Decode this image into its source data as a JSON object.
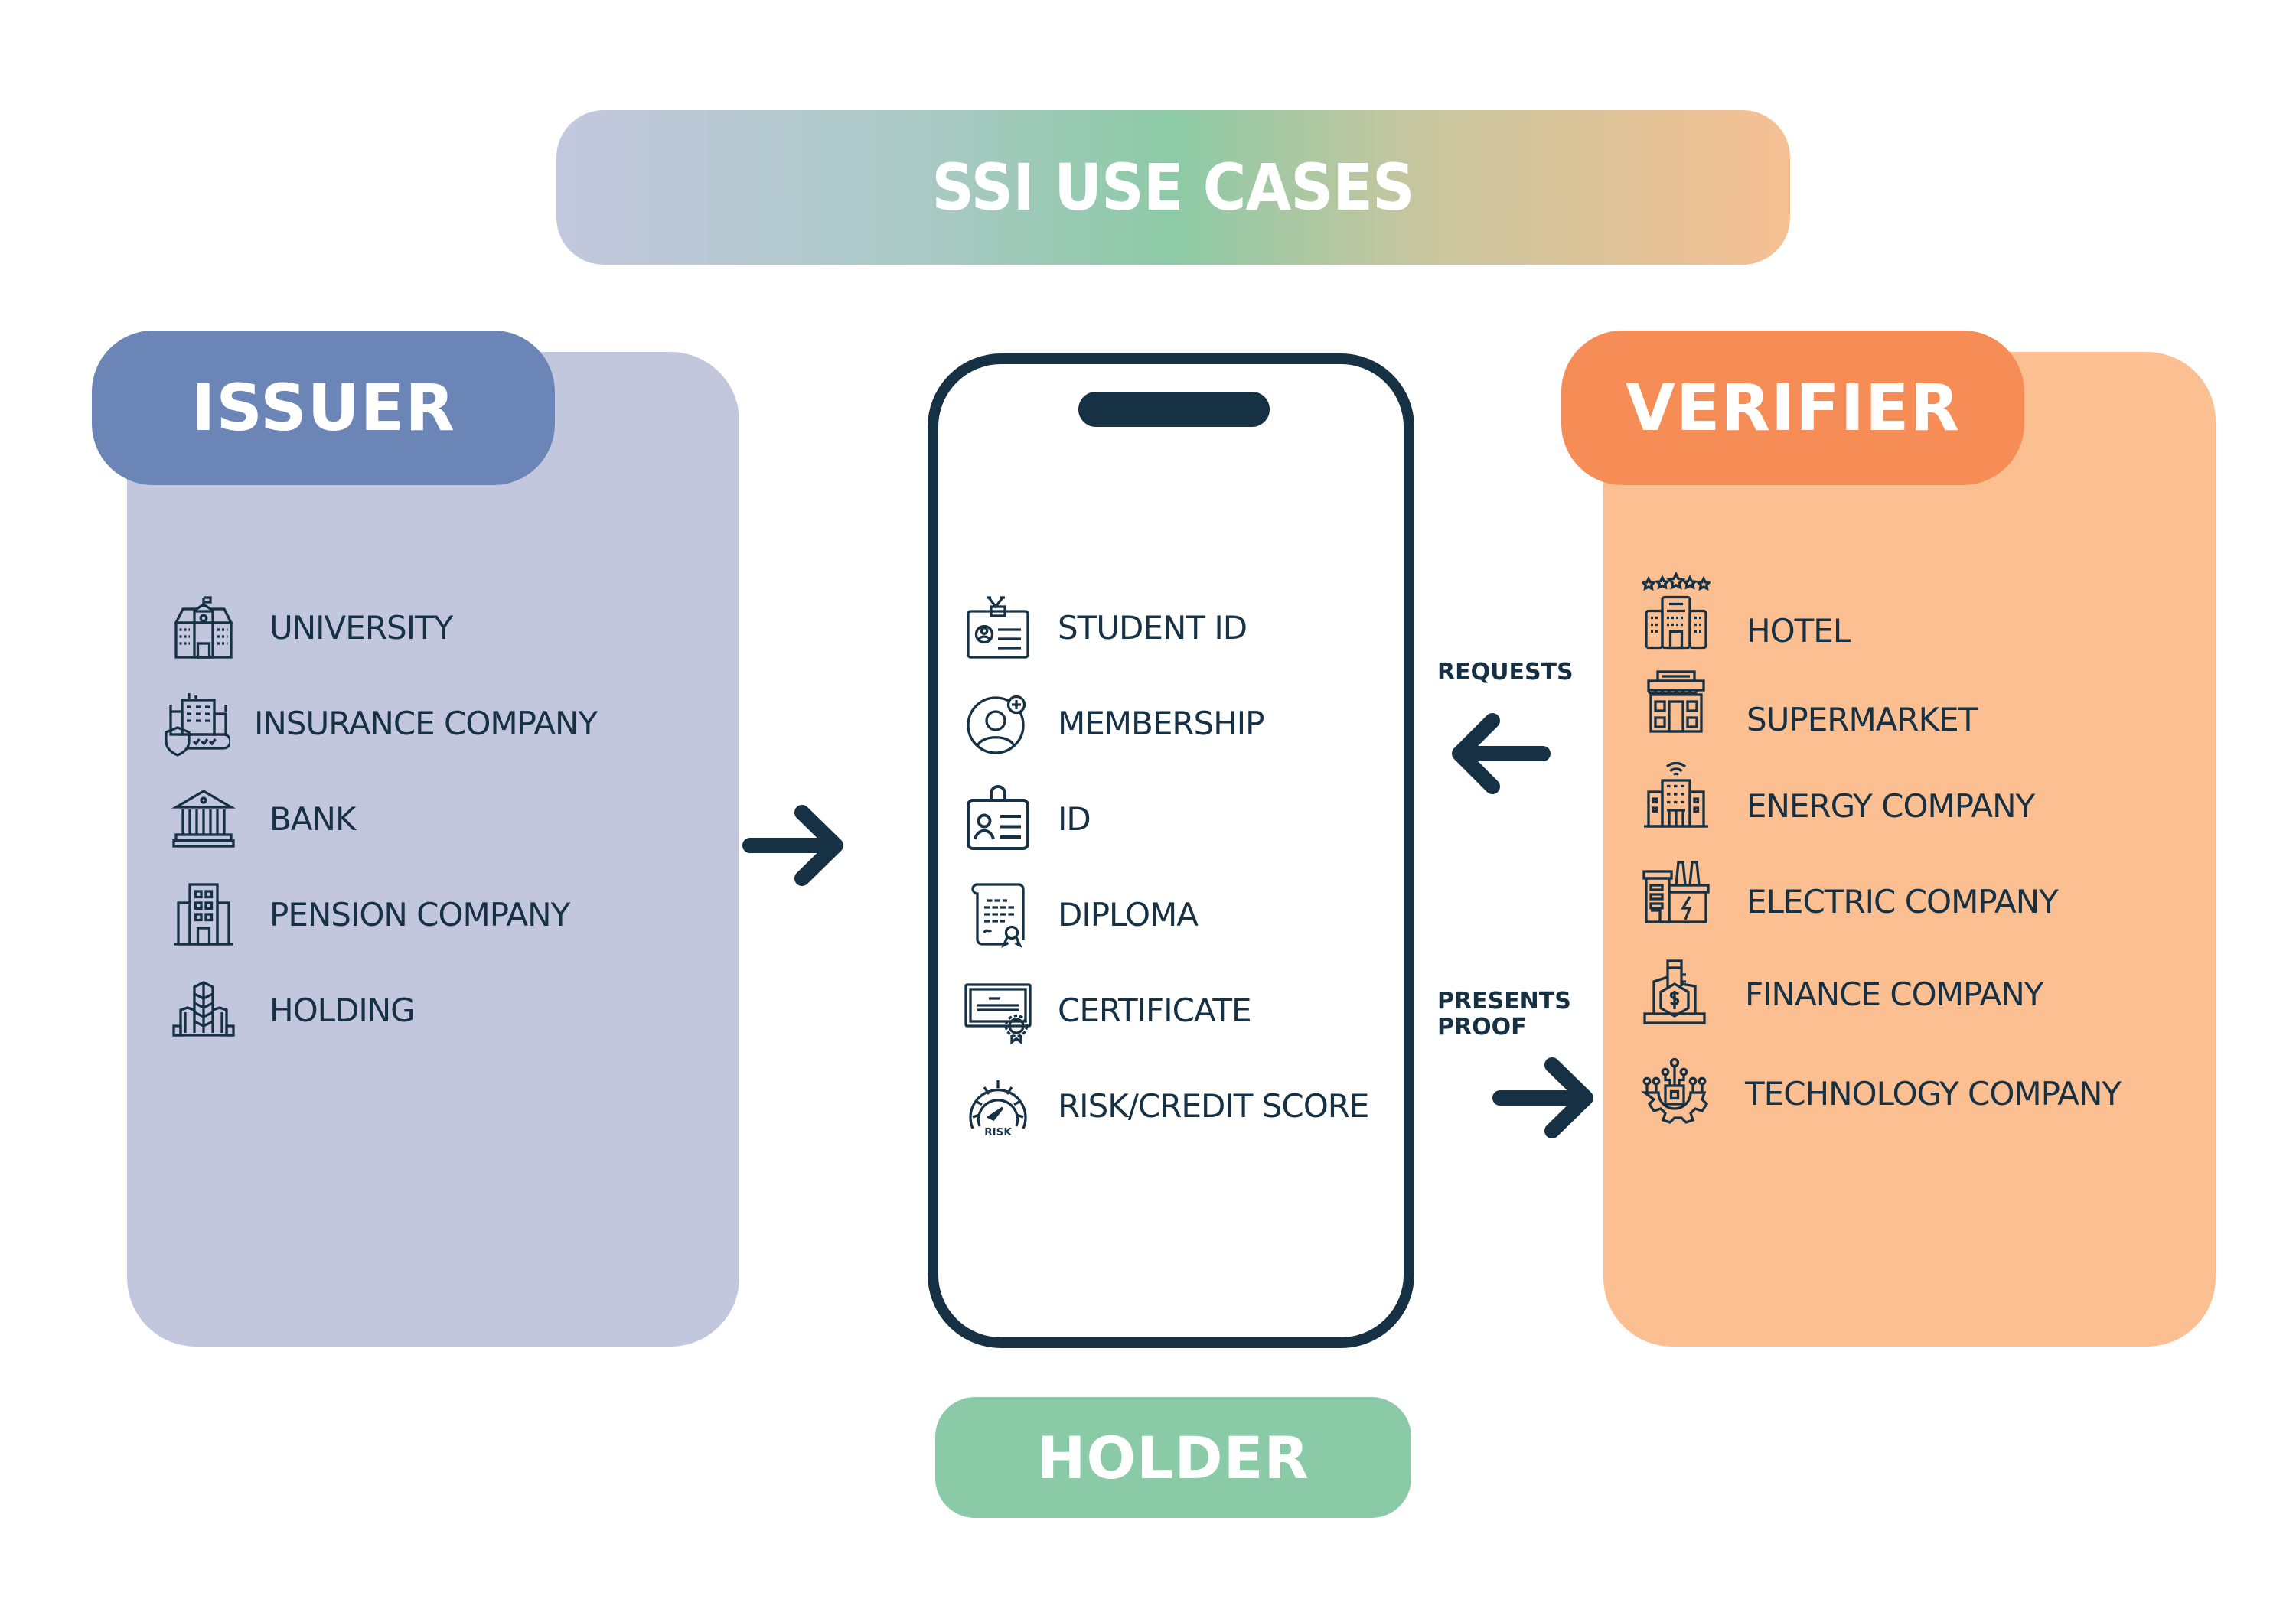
{
  "title": "SSI USE CASES",
  "issuer": {
    "label": "ISSUER",
    "color": "#6b85b7",
    "panel_color": "#c2c7dd",
    "items": [
      {
        "label": "UNIVERSITY",
        "icon": "university-icon"
      },
      {
        "label": "INSURANCE COMPANY",
        "icon": "insurance-building-icon"
      },
      {
        "label": "BANK",
        "icon": "bank-icon"
      },
      {
        "label": "PENSION COMPANY",
        "icon": "office-building-icon"
      },
      {
        "label": "HOLDING",
        "icon": "skyscraper-icon"
      }
    ]
  },
  "holder": {
    "label": "HOLDER",
    "color": "#8bcaa7",
    "items": [
      {
        "label": "STUDENT ID",
        "icon": "student-id-badge-icon"
      },
      {
        "label": "MEMBERSHIP",
        "icon": "member-add-icon"
      },
      {
        "label": "ID",
        "icon": "id-card-icon"
      },
      {
        "label": "DIPLOMA",
        "icon": "diploma-scroll-icon"
      },
      {
        "label": "CERTIFICATE",
        "icon": "certificate-icon"
      },
      {
        "label": "RISK/CREDIT SCORE",
        "icon": "risk-gauge-icon"
      }
    ]
  },
  "verifier": {
    "label": "VERIFIER",
    "color": "#f68d56",
    "panel_color": "#fbbf91",
    "items": [
      {
        "label": "HOTEL",
        "icon": "hotel-icon"
      },
      {
        "label": "SUPERMARKET",
        "icon": "supermarket-icon"
      },
      {
        "label": "ENERGY COMPANY",
        "icon": "energy-building-icon"
      },
      {
        "label": "ELECTRIC COMPANY",
        "icon": "electric-factory-icon"
      },
      {
        "label": "FINANCE COMPANY",
        "icon": "finance-building-icon"
      },
      {
        "label": "TECHNOLOGY COMPANY",
        "icon": "technology-gear-icon"
      }
    ]
  },
  "flows": {
    "requests": "REQUESTS",
    "presents_proof_line1": "PRESENTS",
    "presents_proof_line2": "PROOF"
  },
  "colors": {
    "ink": "#163044",
    "gradient": [
      "#c3c8de",
      "#8dcaa6",
      "#f6c093"
    ]
  }
}
